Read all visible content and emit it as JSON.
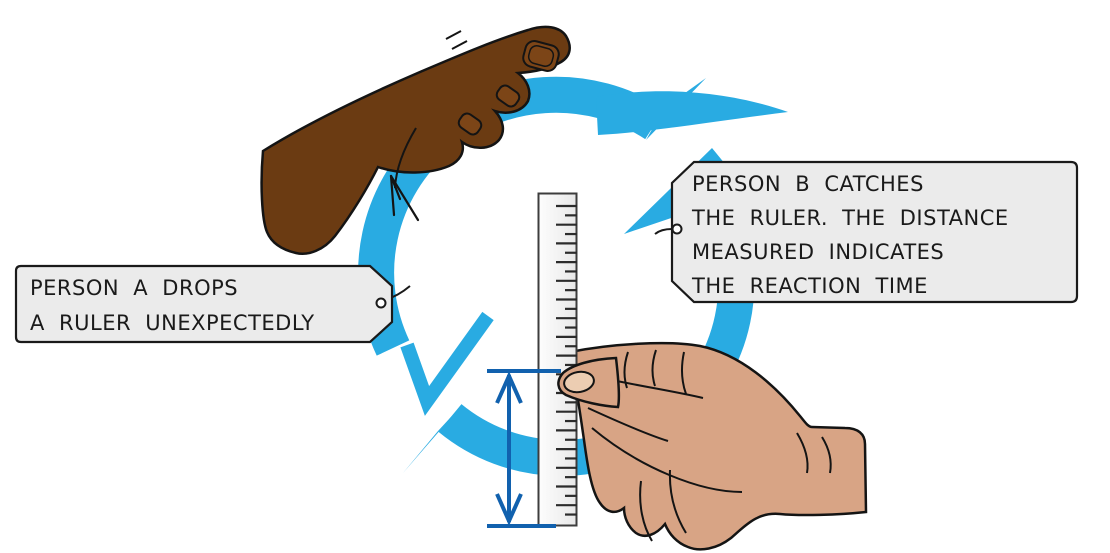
{
  "tags": {
    "person_a": {
      "lines": [
        "PERSON A DROPS",
        "A RULER UNEXPECTEDLY"
      ]
    },
    "person_b": {
      "lines": [
        "PERSON B CATCHES",
        "THE RULER. THE DISTANCE",
        "MEASURED INDICATES",
        "THE REACTION TIME"
      ]
    }
  },
  "colors": {
    "background": "#FFFFFF",
    "cycle_arrow_blue": "#29ABE2",
    "distance_arrow_blue": "#1161AE",
    "skin_dark": "#6B3B12",
    "skin_light": "#D8A485",
    "nail_dark": "#7C4517",
    "nail_light": "#ECCDB2",
    "tag_fill": "#EBEBEB",
    "tag_border": "#1A1A1A",
    "outline": "#141414",
    "ruler_border": "#3D3D3D"
  }
}
